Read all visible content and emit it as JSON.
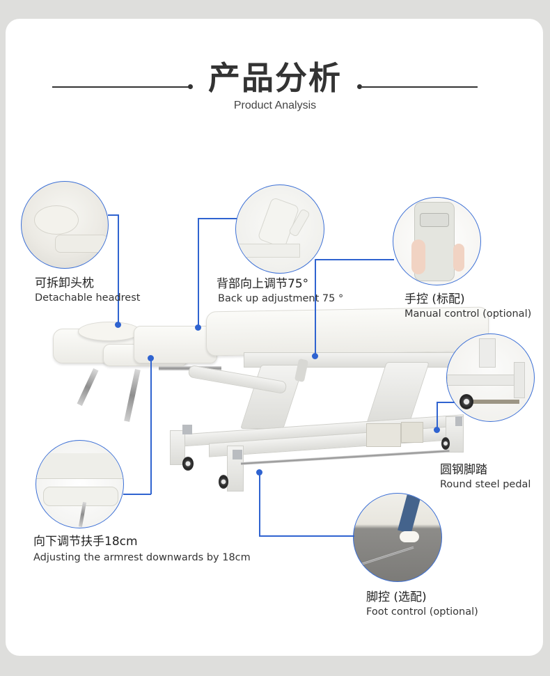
{
  "header": {
    "title": "产品分析",
    "subtitle": "Product Analysis"
  },
  "features": [
    {
      "id": "headrest",
      "label_cn": "可拆卸头枕",
      "label_en": "Detachable headrest"
    },
    {
      "id": "backrest",
      "label_cn": "背部向上调节75°",
      "label_en": "Back up adjustment 75 °"
    },
    {
      "id": "manual-control",
      "label_cn": "手控 (标配)",
      "label_en": "Manual control (optional)"
    },
    {
      "id": "round-steel-pedal",
      "label_cn": "圆钢脚踏",
      "label_en": "Round steel pedal"
    },
    {
      "id": "armrest",
      "label_cn": "向下调节扶手18cm",
      "label_en": "Adjusting the armrest downwards by 18cm"
    },
    {
      "id": "foot-control",
      "label_cn": "脚控 (选配)",
      "label_en": "Foot control (optional)"
    }
  ],
  "colors": {
    "background": "#dededc",
    "card": "#ffffff",
    "accent_line": "#2f63d0",
    "text": "#333333"
  }
}
